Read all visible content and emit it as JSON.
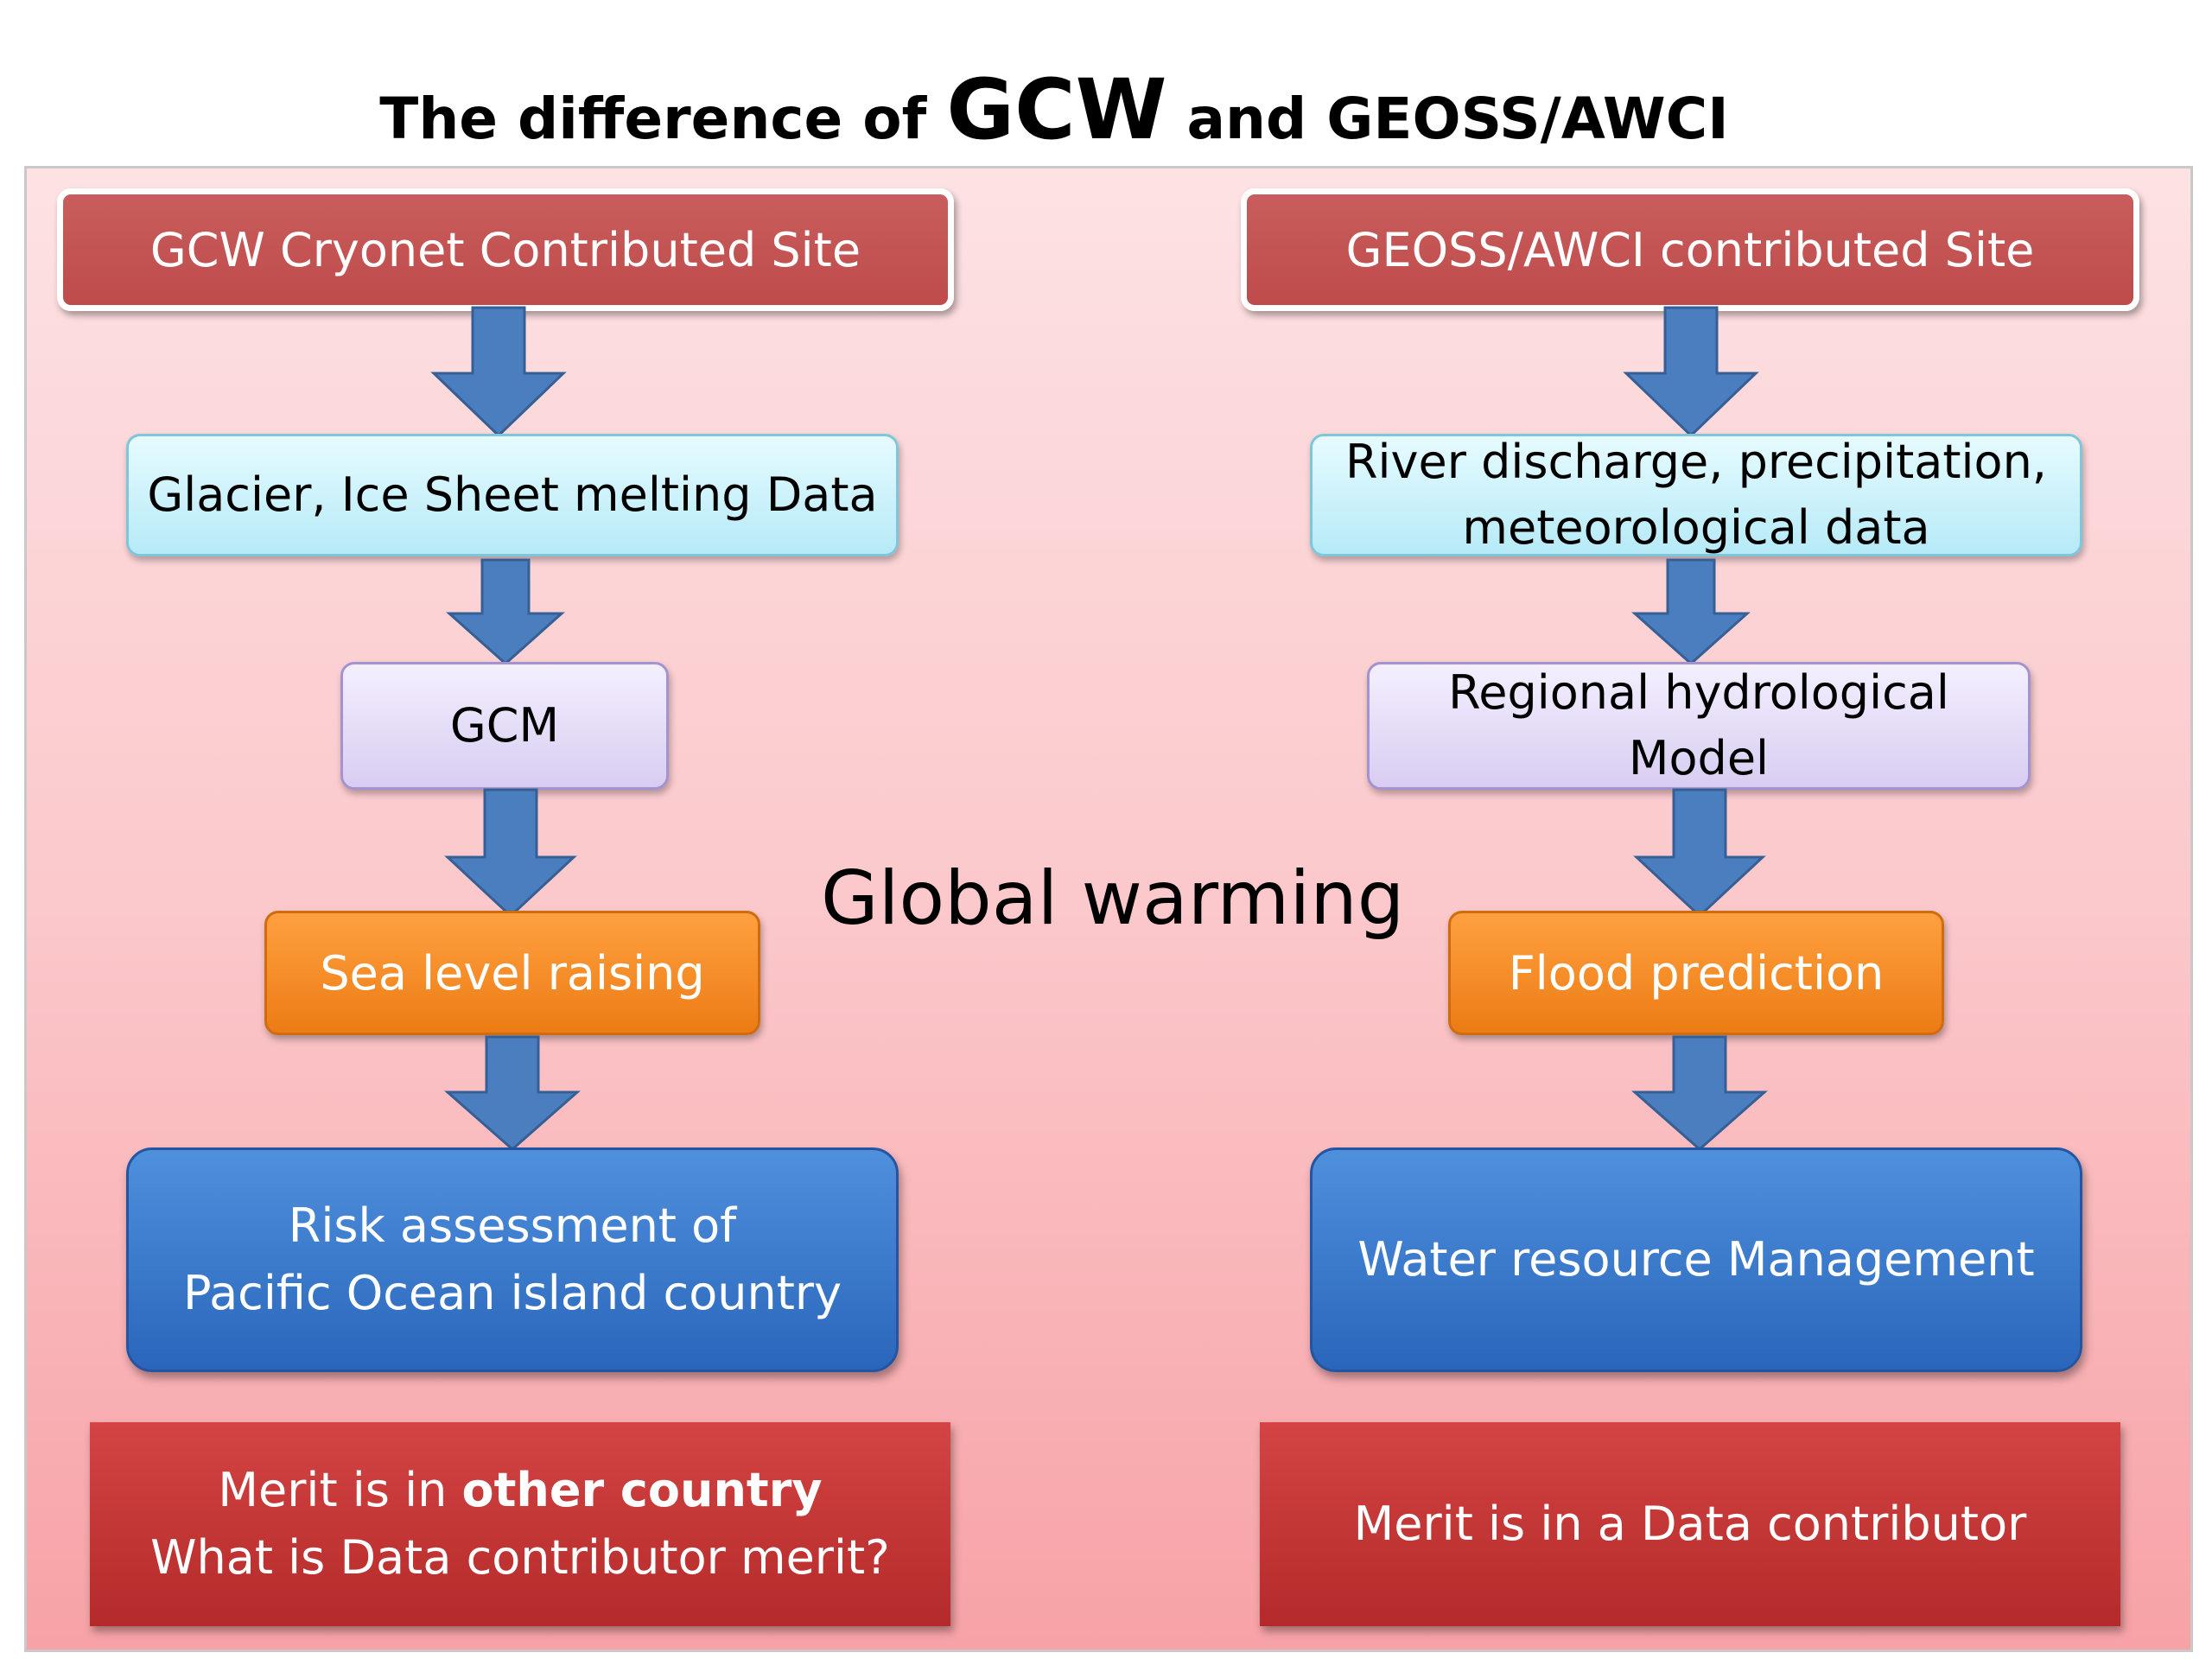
{
  "title": {
    "part1": "The difference of",
    "part2": "GCW",
    "part3": "and GEOSS/AWCI"
  },
  "center_label": "Global warming",
  "left_flow": {
    "site": "GCW Cryonet Contributed Site",
    "data": "Glacier, Ice Sheet melting Data",
    "model": "GCM",
    "impact": "Sea level raising",
    "application": {
      "line1": "Risk assessment of",
      "line2": "Pacific Ocean island country"
    },
    "merit": {
      "line1_prefix": "Merit is in",
      "line1_bold": "other country",
      "line2": "What is Data contributor merit?"
    }
  },
  "right_flow": {
    "site": "GEOSS/AWCI contributed Site",
    "data": {
      "line1": "River discharge, precipitation,",
      "line2": "meteorological data"
    },
    "model": {
      "line1": "Regional hydrological",
      "line2": "Model"
    },
    "impact": "Flood prediction",
    "application": "Water resource Management",
    "merit": "Merit is in a Data contributor"
  },
  "colors": {
    "arrow_fill": "#4a7ebf",
    "arrow_stroke": "#365f96",
    "site_box": "#bf4b4b",
    "data_box": "#b6eaf7",
    "model_box": "#d8cdf1",
    "impact_box": "#f08820",
    "application_box": "#3b78cc",
    "merit_box": "#c63636"
  }
}
